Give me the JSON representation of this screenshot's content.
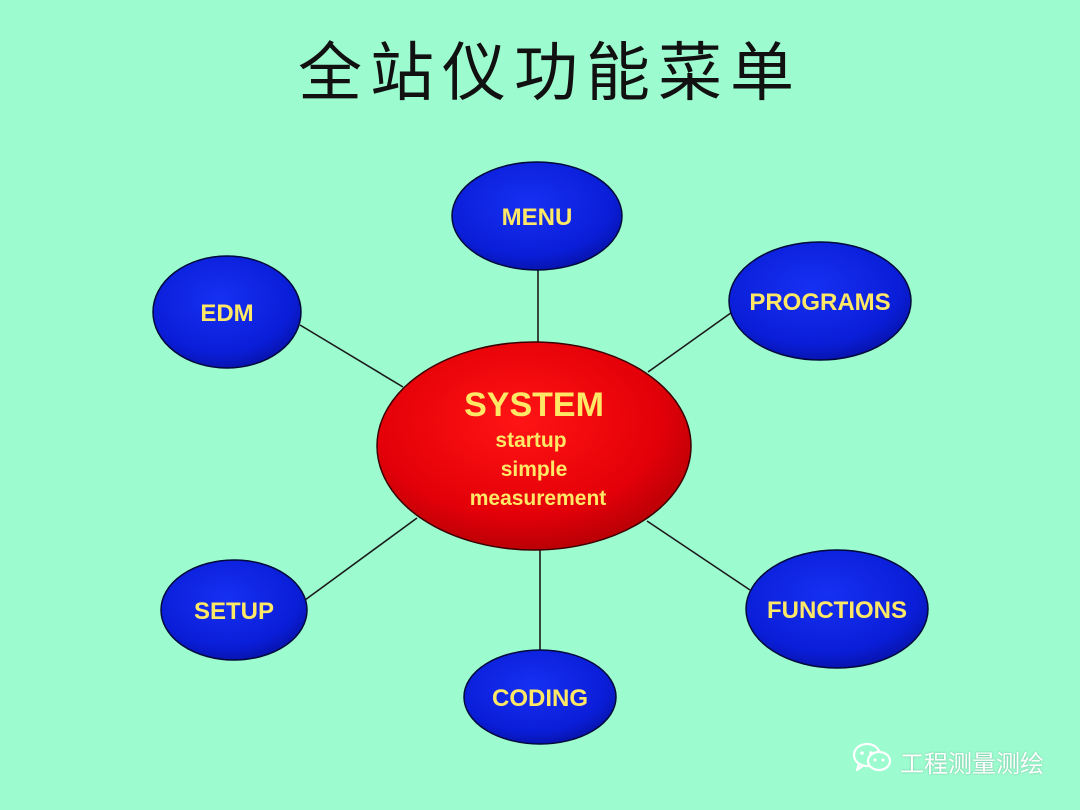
{
  "title": "全站仪功能菜单",
  "center": {
    "heading": "SYSTEM",
    "lines": [
      "startup",
      "simple",
      "measurement"
    ]
  },
  "nodes": {
    "menu": "MENU",
    "edm": "EDM",
    "programs": "PROGRAMS",
    "setup": "SETUP",
    "functions": "FUNCTIONS",
    "coding": "CODING"
  },
  "watermark": "工程测量测绘",
  "colors": {
    "background": "#9dfccf",
    "center_fill": "#e8000a",
    "node_fill": "#0a1ed8",
    "label_text": "#ffe866",
    "connector": "#1a1a1a"
  }
}
